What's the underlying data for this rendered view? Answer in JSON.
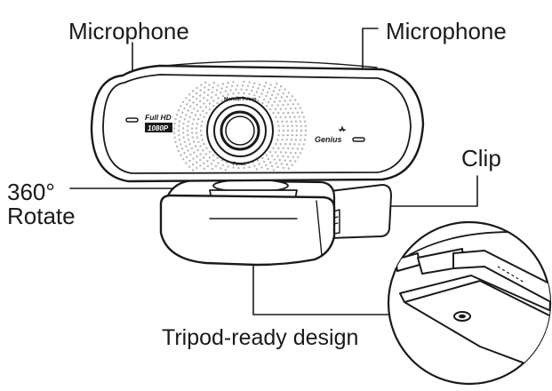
{
  "labels": {
    "microphone_left": "Microphone",
    "microphone_right": "Microphone",
    "clip": "Clip",
    "rotate_line1": "360°",
    "rotate_line2": "Rotate",
    "tripod": "Tripod-ready design"
  },
  "device_text": {
    "resolution_top": "Full HD",
    "resolution_bottom": "1080P",
    "brand": "Genius",
    "lens_ring_top": "Manual Focus",
    "lens_ring_bottom": "Focus"
  },
  "colors": {
    "line": "#1a1a1a",
    "text": "#1a1a1a",
    "background": "#ffffff",
    "dots": "#b5b5b5"
  }
}
